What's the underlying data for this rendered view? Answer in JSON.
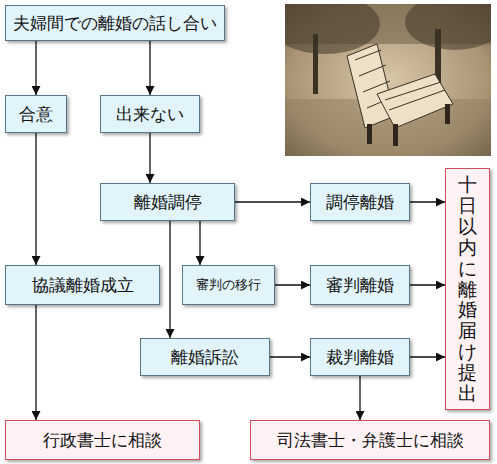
{
  "diagram": {
    "nodes": [
      {
        "text": [
          "夫婦間での離婚の話し合い"
        ]
      },
      {
        "text": [
          "合意"
        ]
      },
      {
        "text": [
          "出来ない"
        ]
      },
      {
        "text": [
          "離婚調停"
        ]
      },
      {
        "text": [
          "調停離婚"
        ]
      },
      {
        "text": [
          "十日以内に離婚届け提出"
        ]
      },
      {
        "text": [
          "協議離婚成立"
        ]
      },
      {
        "text": [
          "審判の移行"
        ]
      },
      {
        "text": [
          "審判離婚"
        ]
      },
      {
        "text": [
          "離婚訴訟"
        ]
      },
      {
        "text": [
          "裁判離婚"
        ]
      },
      {
        "text": [
          "行政書士に相談"
        ]
      },
      {
        "text": [
          "司法書士・弁護士に相談"
        ]
      }
    ],
    "edges": [
      {
        "from": 0,
        "to": 1,
        "arrow": "to"
      },
      {
        "from": 0,
        "to": 2,
        "arrow": "to"
      },
      {
        "from": 1,
        "to": 6,
        "arrow": "to"
      },
      {
        "from": 2,
        "to": 3,
        "arrow": "to"
      },
      {
        "from": 3,
        "to": 4,
        "arrow": "to"
      },
      {
        "from": 3,
        "to": 7,
        "arrow": "to"
      },
      {
        "from": 7,
        "to": 8,
        "arrow": "to"
      },
      {
        "from": 3,
        "to": 9,
        "arrow": "to"
      },
      {
        "from": 9,
        "to": 10,
        "arrow": "to"
      },
      {
        "from": 4,
        "to": 5,
        "arrow": "to"
      },
      {
        "from": 8,
        "to": 5,
        "arrow": "to"
      },
      {
        "from": 10,
        "to": 5,
        "arrow": "to"
      },
      {
        "from": 6,
        "to": 11,
        "arrow": "to"
      },
      {
        "from": 10,
        "to": 12,
        "arrow": "to"
      }
    ]
  }
}
